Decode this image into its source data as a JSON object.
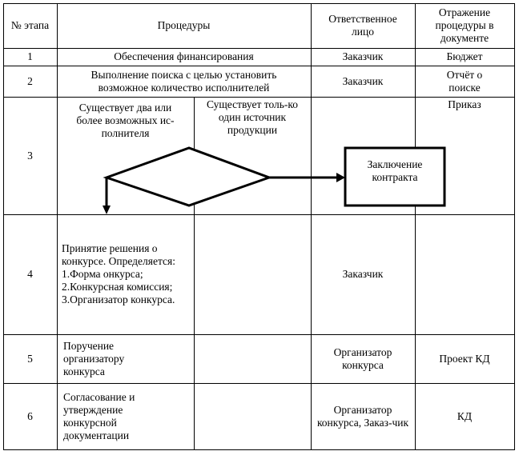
{
  "header": {
    "step": "№ этапа",
    "procedures": "Процедуры",
    "responsible": "Ответственное лицо",
    "document": "Отражение процедуры в документе"
  },
  "rows": [
    {
      "n": "1",
      "proc": "Обеспечения финансирования",
      "resp": "Заказчик",
      "doc": "Бюджет"
    },
    {
      "n": "2",
      "proc": "Выполнение поиска с целью установить возможное количество исполнителей",
      "resp": "Заказчик",
      "doc": "Отчёт о поиске"
    },
    {
      "n": "3",
      "proc_a": "Существует два или более возможных ис-полнителя",
      "proc_b": "Существует толь-ко один источник продукции",
      "resp": "",
      "doc": "Приказ",
      "box": "Заключение контракта"
    },
    {
      "n": "4",
      "proc": "Принятие решения о конкурсе. Определяется: 1.Форма онкурса; 2.Конкурсная комиссия; 3.Организатор конкурса.",
      "resp": "Заказчик",
      "doc": ""
    },
    {
      "n": "5",
      "proc": "Поручение организатору конкурса",
      "resp": "Организатор конкурса",
      "doc": "Проект КД"
    },
    {
      "n": "6",
      "proc": "Согласование и утверждение конкурсной документации",
      "resp": "Организатор конкурса, Заказ-чик",
      "doc": "КД"
    }
  ]
}
